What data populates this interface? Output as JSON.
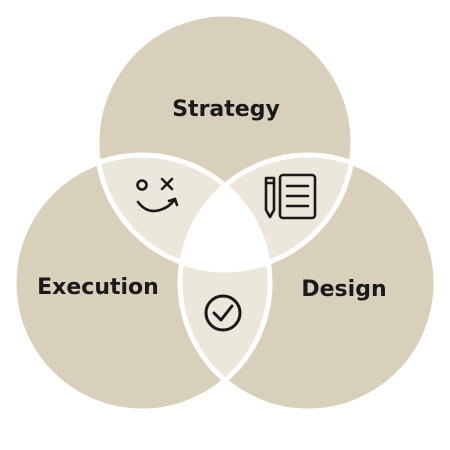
{
  "venn": {
    "top_label": "Strategy",
    "left_label": "Execution",
    "right_label": "Design"
  },
  "colors": {
    "circle_fill": "#d9d0bc",
    "overlap_fill": "#ece7db",
    "center_fill": "#ffffff",
    "outline": "#ffffff",
    "text": "#1a1a1a",
    "icon": "#1a1a1a"
  },
  "icons": {
    "strategy_execution": "tactics-plan-icon",
    "strategy_design": "document-pencil-icon",
    "execution_design": "check-circle-icon"
  }
}
